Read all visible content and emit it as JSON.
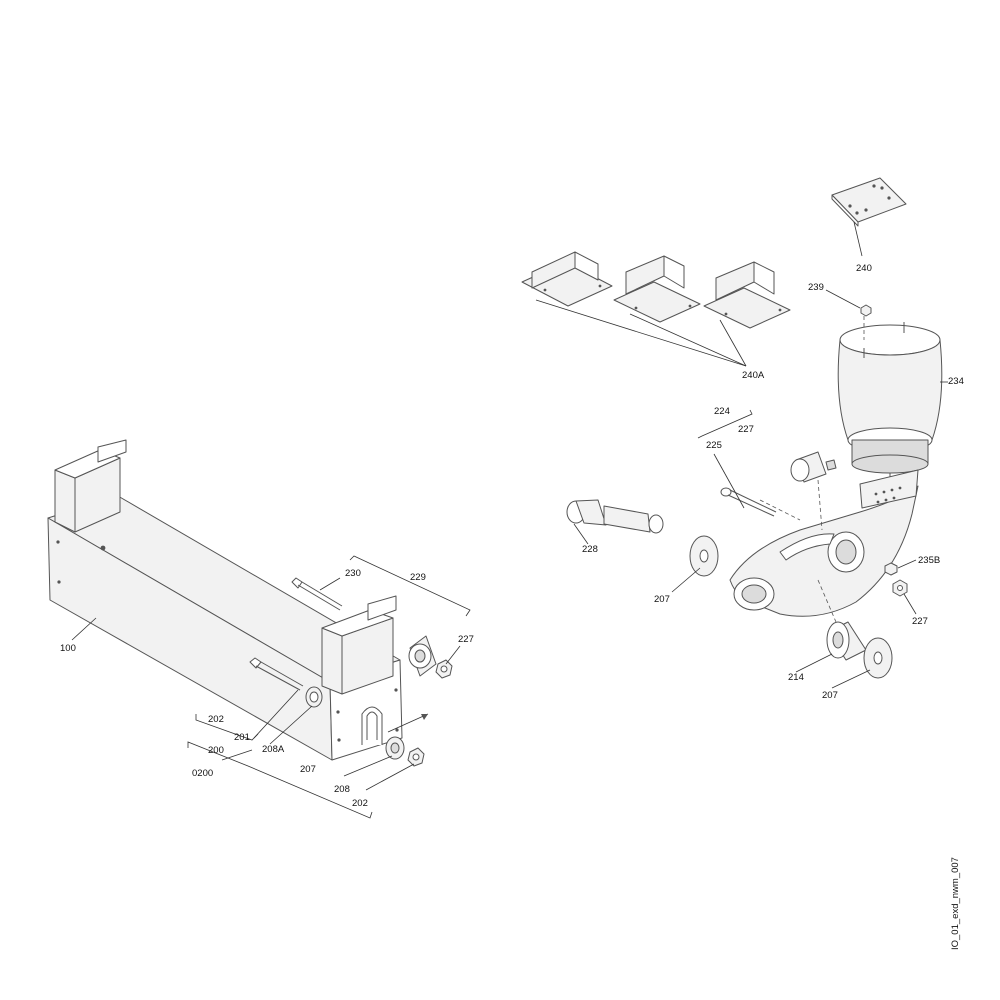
{
  "diagram": {
    "labels": {
      "l100": "100",
      "l0200": "0200",
      "l200": "200",
      "l201": "201",
      "l202a": "202",
      "l202b": "202",
      "l207a": "207",
      "l207b": "207",
      "l207c": "207",
      "l208": "208",
      "l208A": "208A",
      "l214": "214",
      "l224": "224",
      "l225": "225",
      "l227a": "227",
      "l227b": "227",
      "l227c": "227",
      "l228": "228",
      "l229": "229",
      "l230": "230",
      "l234": "234",
      "l235B": "235B",
      "l239": "239",
      "l240": "240",
      "l240A": "240A"
    },
    "drawing_id": "IO_01_exd_nwm_007"
  },
  "colors": {
    "line": "#555555",
    "fill": "#f2f2f2",
    "shade": "#dcdcdc",
    "text": "#111111"
  }
}
